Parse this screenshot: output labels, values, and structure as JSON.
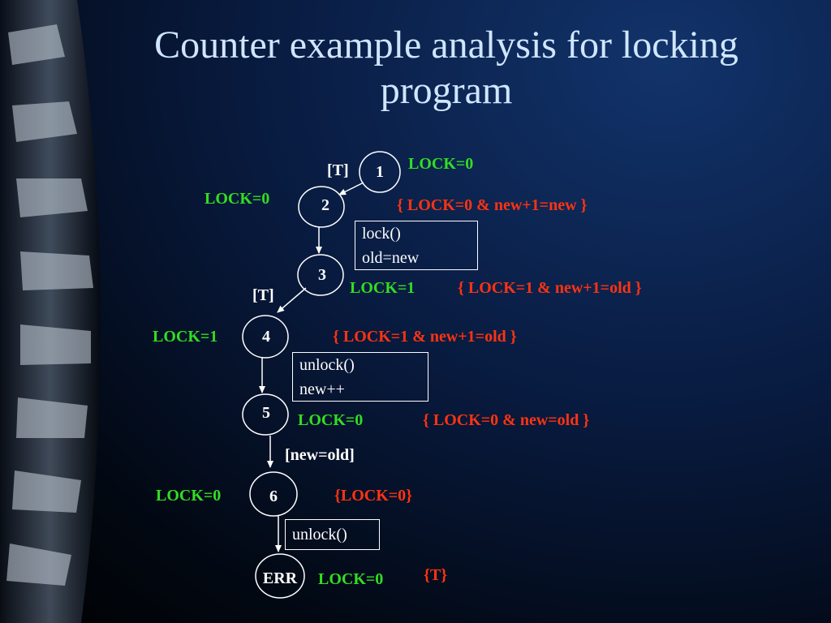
{
  "title": "Counter example analysis for locking program",
  "nodes": {
    "n1": "1",
    "n2": "2",
    "n3": "3",
    "n4": "4",
    "n5": "5",
    "n6": "6",
    "err": "ERR"
  },
  "edge_labels": {
    "e1_2": "[T]",
    "e3_4": "[T]",
    "e5_6": "[new=old]"
  },
  "lock_states": {
    "n1": "LOCK=0",
    "n2": "LOCK=0",
    "n3": "LOCK=1",
    "n4": "LOCK=1",
    "n5": "LOCK=0",
    "n6": "LOCK=0",
    "err": "LOCK=0"
  },
  "predicates": {
    "n2": "{ LOCK=0 & new+1=new }",
    "n3": "{ LOCK=1 & new+1=old }",
    "n4": "{ LOCK=1 & new+1=old }",
    "n5": "{ LOCK=0 & new=old }",
    "n6": "{LOCK=0}",
    "err": "{T}"
  },
  "code_boxes": {
    "box2": [
      "lock()",
      "old=new"
    ],
    "box4": [
      "unlock()",
      "new++"
    ],
    "box6": [
      "unlock()"
    ]
  },
  "colors": {
    "lock_state": "#33dd22",
    "predicate": "#ff3311",
    "title": "#cfe6ff",
    "background": "#081a3e"
  }
}
